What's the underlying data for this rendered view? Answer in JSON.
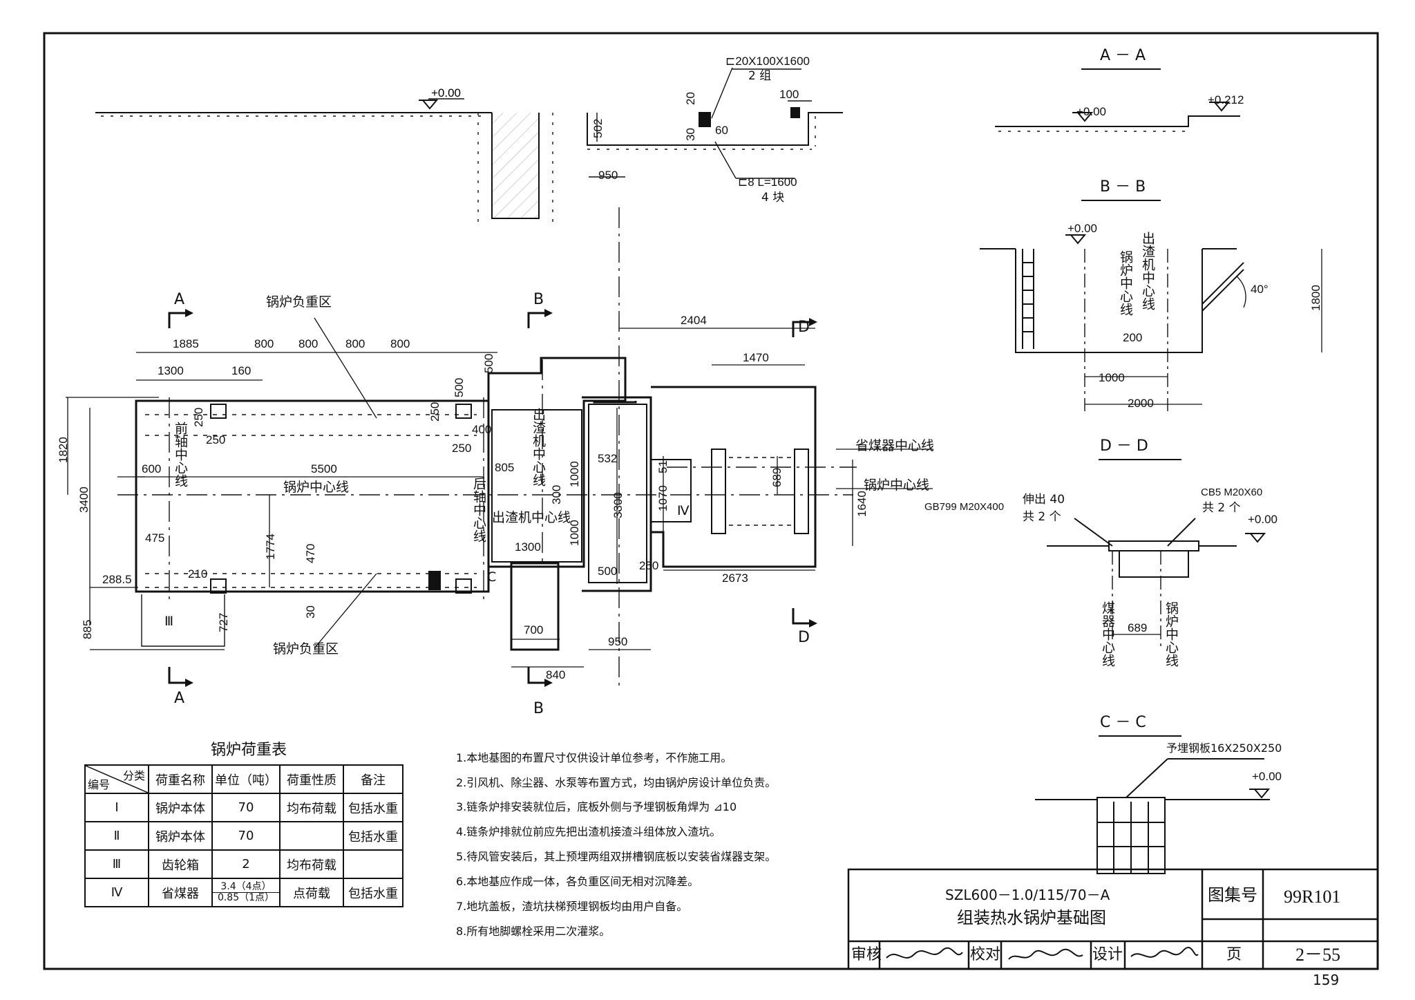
{
  "dimensions": {
    "top_level": "+0.00",
    "c20": "⊏20X100X1600",
    "c20_qty": "2 组",
    "d20": "20",
    "d100": "100",
    "d502": "502",
    "d30": "30",
    "d60": "60",
    "d950_top": "950",
    "c8": "⊏8 L=1600",
    "c8_qty": "4 块",
    "d1885": "1885",
    "d800": [
      "800",
      "800",
      "800",
      "800"
    ],
    "d1300_top": "1300",
    "d160": "160",
    "d500_a": "500",
    "d500_b": "500",
    "d250_a": "250",
    "d250_b": "250",
    "d250_c": "250",
    "d250_d": "250",
    "d400": "400",
    "d1820": "1820",
    "d3400": "3400",
    "d600": "600",
    "d5500": "5500",
    "d805": "805",
    "d1000_a": "1000",
    "d1000_b": "1000",
    "d300": "300",
    "d1300_mid": "1300",
    "d475": "475",
    "d288": "288.5",
    "d210": "210",
    "d1774": "1774",
    "d470": "470",
    "d30_b": "30",
    "d727": "727",
    "d885": "885",
    "d700": "700",
    "d840": "840",
    "d532": "532",
    "d3300": "3300",
    "d500_c": "500",
    "d950_bot": "950",
    "d2404": "2404",
    "d1470": "1470",
    "d51": "51",
    "d1070": "1070",
    "d689": "689",
    "d1640": "1640",
    "d2673": "2673"
  },
  "labels": {
    "load_zone_top": "锅炉负重区",
    "load_zone_bottom": "锅炉负重区",
    "boiler_centerline": "锅炉中心线",
    "boiler_centerline_right": "锅炉中心线",
    "economizer_centerline": "省煤器中心线",
    "slag_machine_centerline": "出渣机中心线",
    "front_axle_centerline": "前轴中心线",
    "rear_axle_centerline": "后轴中心线",
    "slag_vertical": "出渣机中心线",
    "roman_III": "Ⅲ",
    "roman_IV": "Ⅳ",
    "letter_C": "C",
    "gb799": "GB799 M20X400"
  },
  "section_marks": {
    "A": "A",
    "B": "B",
    "D": "D",
    "C": "C"
  },
  "sections": {
    "aa": {
      "title": "A － A",
      "level_left": "+0.00",
      "level_right": "+0.212"
    },
    "bb": {
      "title": "B － B",
      "level": "+0.00",
      "slag_cl": "出渣机中心线",
      "boiler_cl": "锅炉中心线",
      "angle": "40°",
      "d200": "200",
      "d1000": "1000",
      "d2000": "2000",
      "d1800": "1800"
    },
    "dd": {
      "title": "D － D",
      "protrude": "伸出 40",
      "protrude_qty": "共 2 个",
      "cb5": "CB5 M20X60",
      "cb5_qty": "共 2 个",
      "level": "+0.00",
      "econ_cl": "煤器中心线",
      "boiler_cl": "锅炉中心线",
      "d689": "689"
    },
    "cc": {
      "title": "C － C",
      "plate": "予埋钢板16X250X250",
      "level": "+0.00"
    }
  },
  "load_table": {
    "title": "锅炉荷重表",
    "header_corner_top": "分类",
    "header_corner_bottom": "编号",
    "headers": [
      "荷重名称",
      "单位（吨）",
      "荷重性质",
      "备注"
    ],
    "rows": [
      {
        "id": "Ⅰ",
        "name": "锅炉本体",
        "unit": "70",
        "unit_b": "",
        "nature": "均布荷载",
        "note": "包括水重"
      },
      {
        "id": "Ⅱ",
        "name": "锅炉本体",
        "unit": "70",
        "unit_b": "",
        "nature": "",
        "note": "包括水重"
      },
      {
        "id": "Ⅲ",
        "name": "齿轮箱",
        "unit": "2",
        "unit_b": "",
        "nature": "均布荷载",
        "note": ""
      },
      {
        "id": "Ⅳ",
        "name": "省煤器",
        "unit": "3.4（4点）",
        "unit_b": "0.85（1点）",
        "nature": "点荷载",
        "note": "包括水重"
      }
    ]
  },
  "notes": [
    "1.本地基图的布置尺寸仅供设计单位参考，不作施工用。",
    "2.引风机、除尘器、水泵等布置方式，均由锅炉房设计单位负责。",
    "3.链条炉排安装就位后，底板外侧与予埋钢板角焊为 ⊿10",
    "4.链条炉排就位前应先把出渣机接渣斗组体放入渣坑。",
    "5.待风管安装后，其上预埋两组双拼槽钢底板以安装省煤器支架。",
    "6.本地基应作成一体，各负重区间无相对沉降差。",
    "7.地坑盖板，渣坑扶梯预埋钢板均由用户自备。",
    "8.所有地脚螺栓采用二次灌浆。"
  ],
  "title_block": {
    "model": "SZL600－1.0/115/70－A",
    "title": "组装热水锅炉基础图",
    "atlas_label": "图集号",
    "atlas_value": "99R101",
    "review_label": "审核",
    "check_label": "校对",
    "design_label": "设计",
    "page_label": "页",
    "page_value": "2－55"
  },
  "page_number": "159"
}
